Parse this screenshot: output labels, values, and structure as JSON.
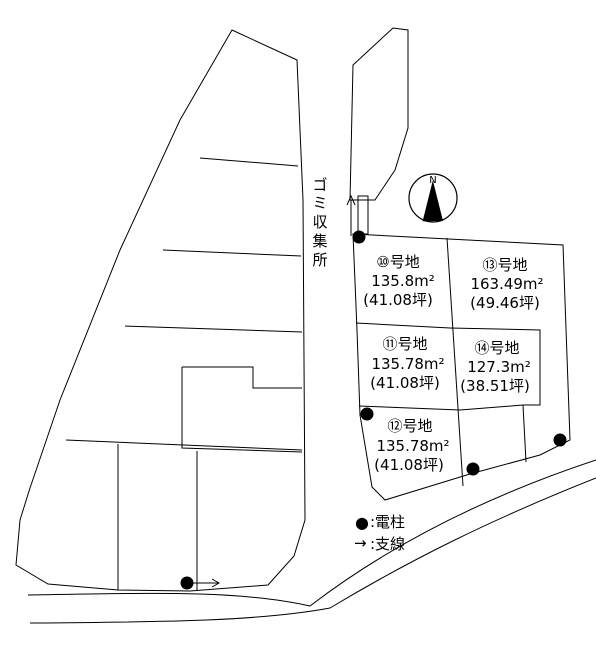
{
  "lots": [
    {
      "id": "lot-10",
      "name": "⑩号地",
      "area": "135.8m²",
      "tsubo": "(41.08坪)"
    },
    {
      "id": "lot-11",
      "name": "⑪号地",
      "area": "135.78m²",
      "tsubo": "(41.08坪)"
    },
    {
      "id": "lot-12",
      "name": "⑫号地",
      "area": "135.78m²",
      "tsubo": "(41.08坪)"
    },
    {
      "id": "lot-13",
      "name": "⑬号地",
      "area": "163.49m²",
      "tsubo": "(49.46坪)"
    },
    {
      "id": "lot-14",
      "name": "⑭号地",
      "area": "127.3m²",
      "tsubo": "(38.51坪)"
    }
  ],
  "garbage": {
    "label_chars": [
      "ゴ",
      "ミ",
      "収",
      "集",
      "所"
    ]
  },
  "compass": {
    "north": "N"
  },
  "legend": {
    "pole_symbol": "●",
    "pole_label": ":電柱",
    "stay_symbol": "→",
    "stay_label": ":支線"
  }
}
